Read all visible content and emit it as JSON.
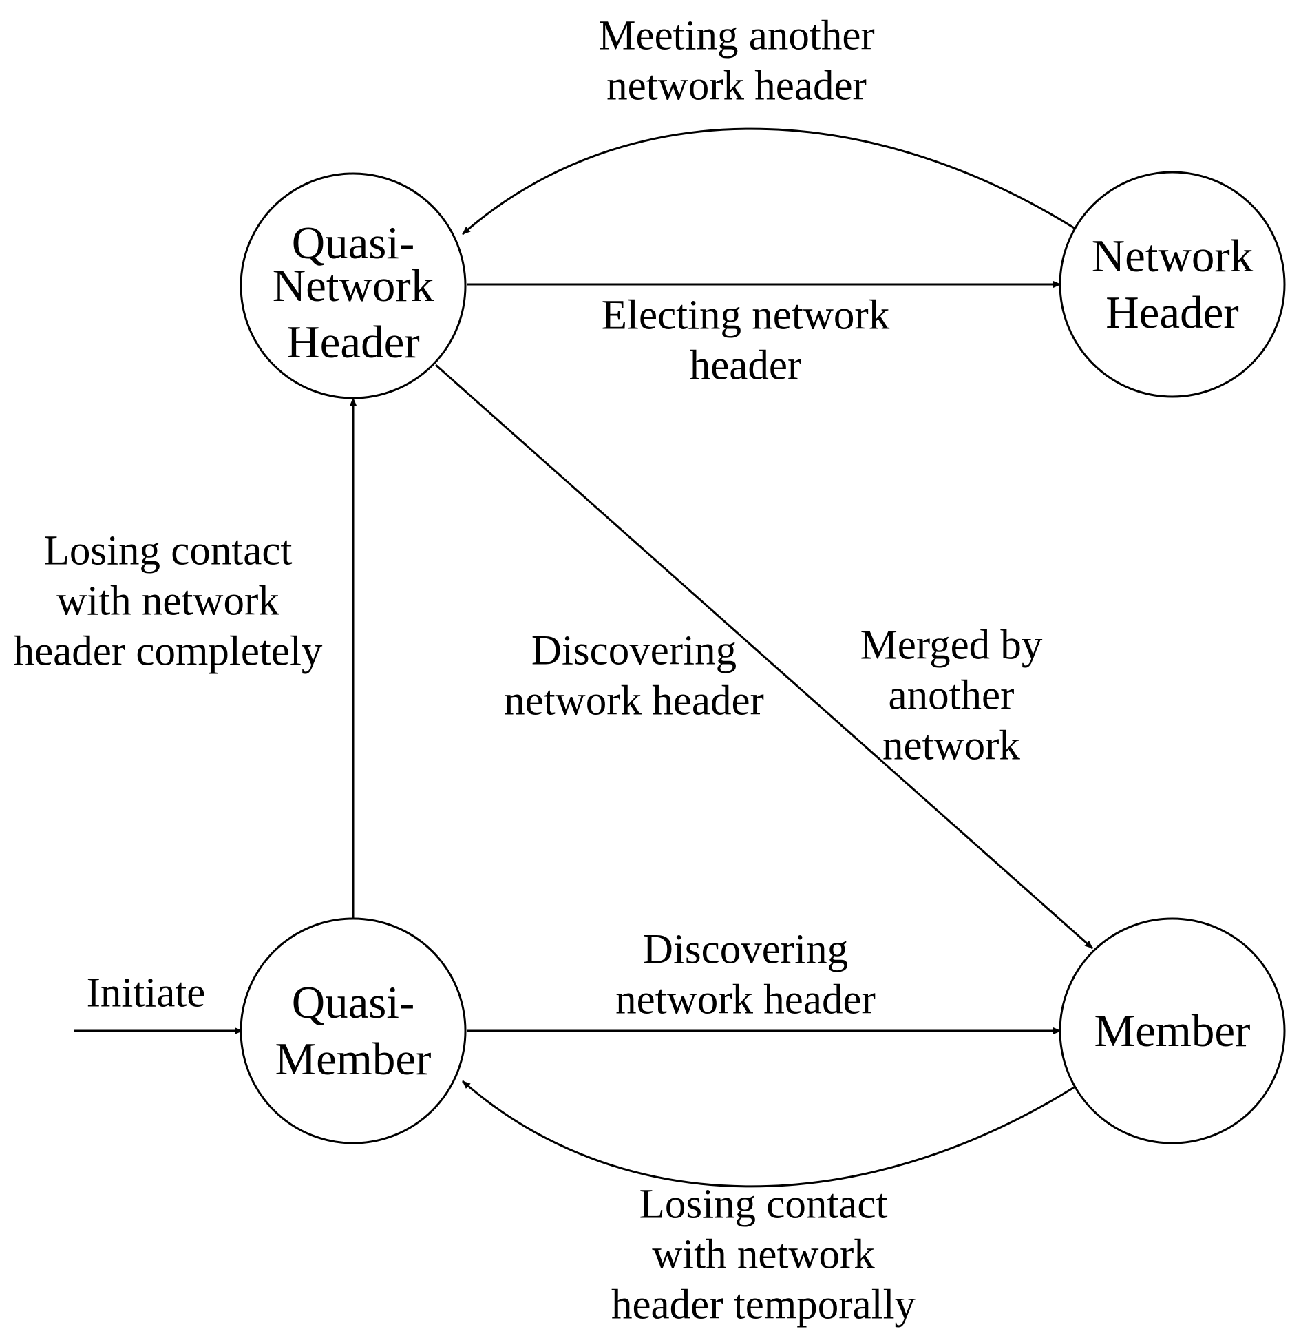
{
  "states": {
    "quasi_network_header": {
      "line1": "Quasi-",
      "line2": "Network",
      "line3": "Header"
    },
    "network_header": {
      "line1": "Network",
      "line2": "Header"
    },
    "quasi_member": {
      "line1": "Quasi-",
      "line2": "Member"
    },
    "member": {
      "line1": "Member"
    }
  },
  "transitions": {
    "meeting_another": {
      "line1": "Meeting another",
      "line2": "network header"
    },
    "electing": {
      "line1": "Electing network",
      "line2": "header"
    },
    "losing_completely": {
      "line1": "Losing contact",
      "line2": "with network",
      "line3": "header completely"
    },
    "discovering_diagonal": {
      "line1": "Discovering",
      "line2": "network header"
    },
    "merged": {
      "line1": "Merged by",
      "line2": "another",
      "line3": "network"
    },
    "initiate": {
      "line1": "Initiate"
    },
    "discovering_bottom": {
      "line1": "Discovering",
      "line2": "network header"
    },
    "losing_temporally": {
      "line1": "Losing contact",
      "line2": "with network",
      "line3": "header temporally"
    }
  }
}
